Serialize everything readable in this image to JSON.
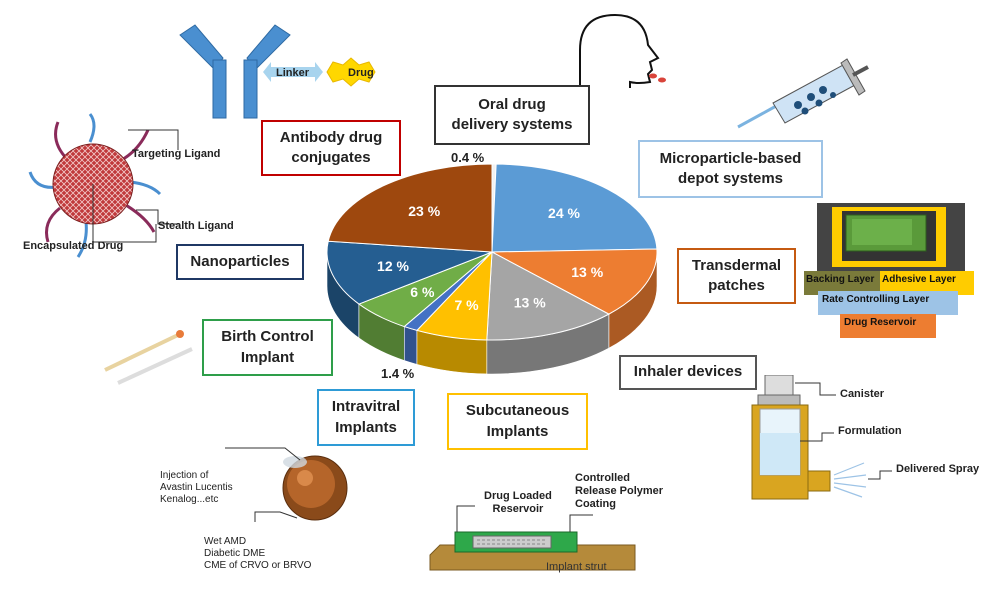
{
  "chart_data": {
    "type": "pie",
    "style": "3d",
    "slices": [
      {
        "label": "Oral drug\ndelivery systems",
        "value": 0.4,
        "display": "0.4 %",
        "color": "#f2f2f2"
      },
      {
        "label": "Microparticle-based\ndepot systems",
        "value": 24,
        "display": "24 %",
        "color": "#5b9bd5"
      },
      {
        "label": "Transdermal\npatches",
        "value": 13,
        "display": "13 %",
        "color": "#ed7d31"
      },
      {
        "label": "Inhaler devices",
        "value": 13,
        "display": "13 %",
        "color": "#a5a5a5"
      },
      {
        "label": "Subcutaneous\nImplants",
        "value": 7,
        "display": "7 %",
        "color": "#ffc000"
      },
      {
        "label": "Intravitral\nImplants",
        "value": 1.4,
        "display": "1.4 %",
        "color": "#4472c4"
      },
      {
        "label": "Birth Control\nImplant",
        "value": 6,
        "display": "6 %",
        "color": "#70ad47"
      },
      {
        "label": "Nanoparticles",
        "value": 12,
        "display": "12 %",
        "color": "#255e91"
      },
      {
        "label": "Antibody drug\nconjugates",
        "value": 23,
        "display": "23 %",
        "color": "#9e480e"
      }
    ]
  },
  "annotations": {
    "linker": "Linker",
    "drug": "Drug",
    "targeting_ligand": "Targeting Ligand",
    "stealth_ligand": "Stealth Ligand",
    "encapsulated_drug": "Encapsulated Drug",
    "backing_layer": "Backing Layer",
    "adhesive_layer": "Adhesive Layer",
    "rate_controlling_layer": "Rate Controlling Layer",
    "drug_reservoir": "Drug Reservoir",
    "canister": "Canister",
    "formulation": "Formulation",
    "delivered_spray": "Delivered Spray",
    "drug_loaded_reservoir": "Drug Loaded\nReservoir",
    "controlled_release": "Controlled\nRelease Polymer\nCoating",
    "implant_strut": "Implant strut",
    "injection_text": "Injection of\nAvastin Lucentis\nKenalog...etc",
    "wet_amd_text": "Wet AMD\nDiabetic DME\nCME of CRVO or BRVO"
  },
  "colors": {
    "antibody": "#4a8fd0",
    "linker_arrow": "#a8d4ee",
    "drug_star": "#ffd700",
    "nanoparticle": "#c0393b",
    "ligand": "#8a2b5a",
    "patch_dark": "#444444",
    "patch_yellow": "#ffcc00",
    "patch_green": "#5a9a3a",
    "inhaler": "#d9a520",
    "implant_green": "#2ea84a",
    "strut": "#b58a3a"
  }
}
